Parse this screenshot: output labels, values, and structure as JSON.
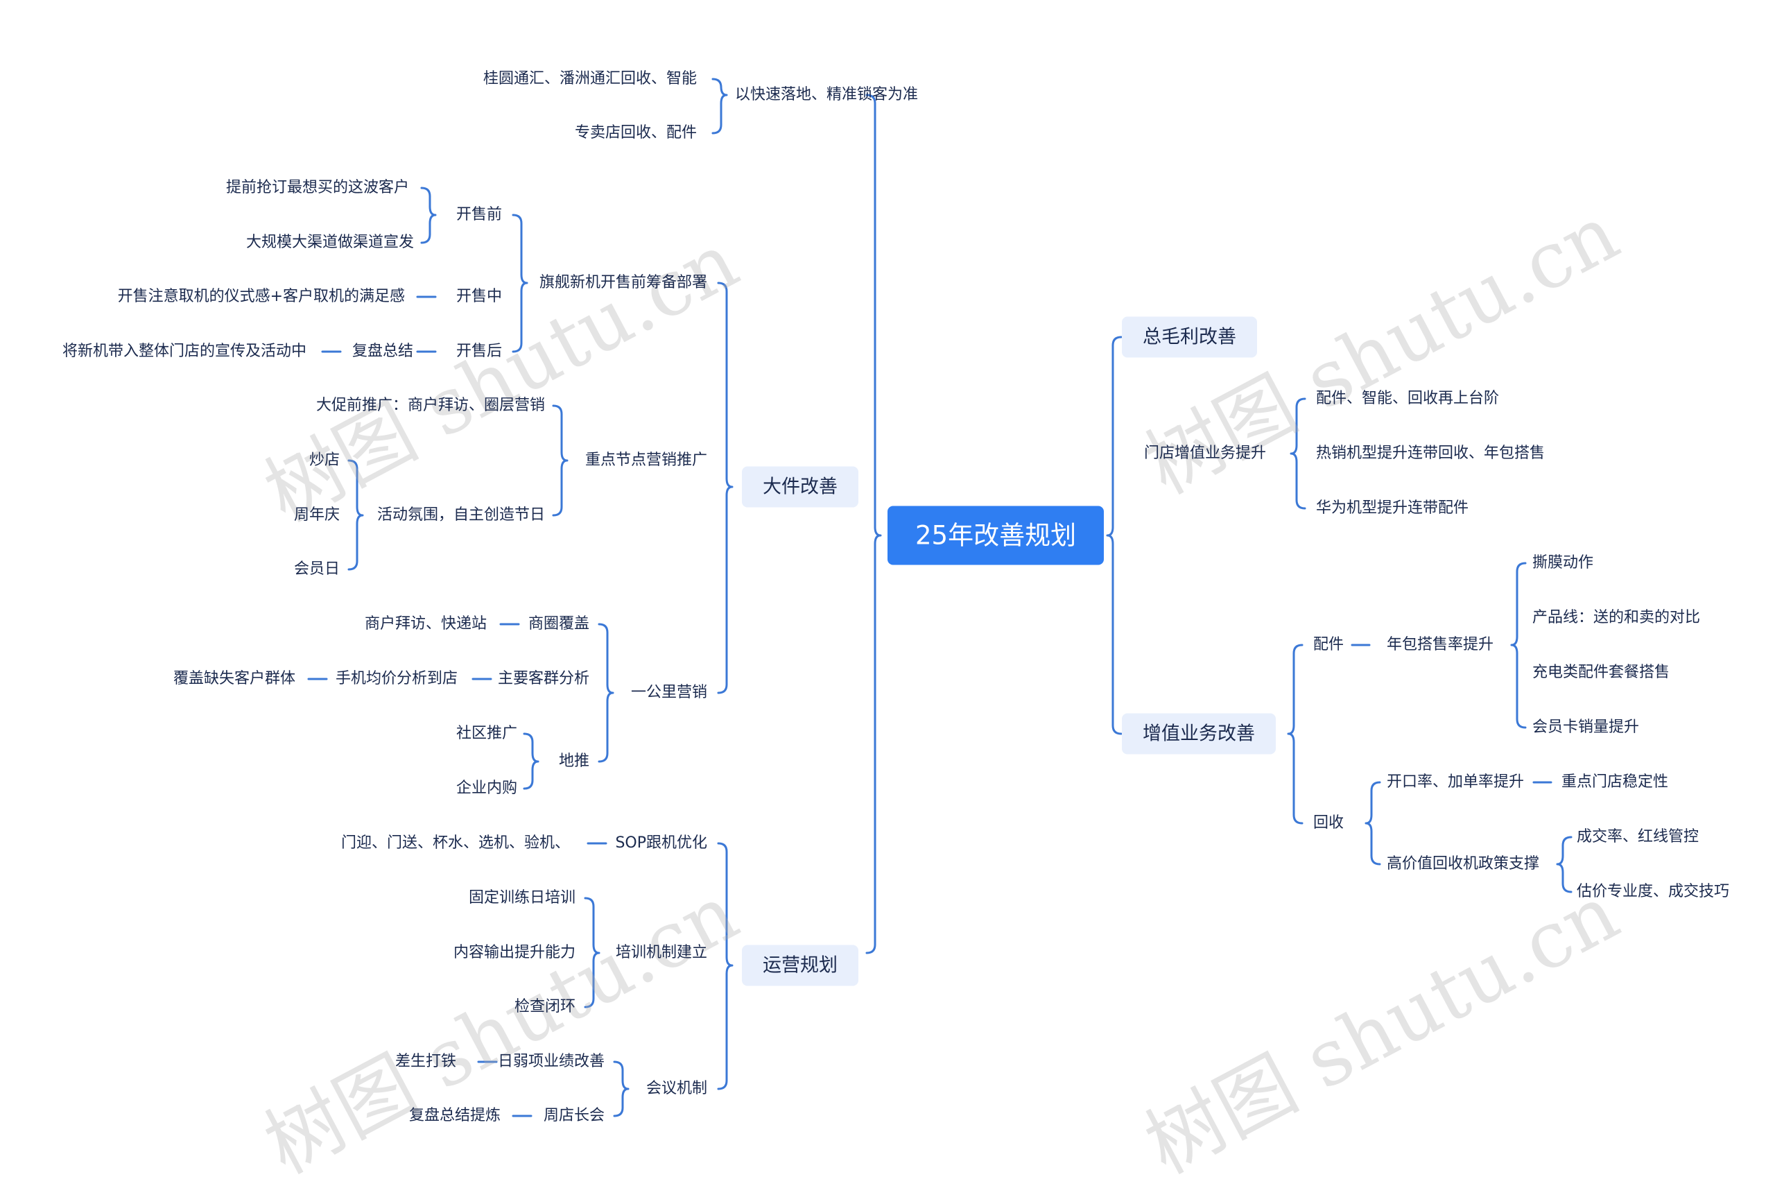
{
  "root": "25年改善规划",
  "watermark": "树图 shutu.cn",
  "colors": {
    "root_bg": "#2f7ef2",
    "box_bg": "#e8effc",
    "line": "#3b78d6",
    "text": "#1b2a4e"
  },
  "left": {
    "big": {
      "label": "大件改善",
      "top_item": "以快速落地、精准锁客为准",
      "top_item_children": [
        "桂圆通汇、潘洲通汇回收、智能",
        "专卖店回收、配件"
      ],
      "flagship": {
        "label": "旗舰新机开售前筹备部署",
        "before": {
          "label": "开售前",
          "children": [
            "提前抢订最想买的这波客户",
            "大规模大渠道做渠道宣发"
          ]
        },
        "during": {
          "label": "开售中",
          "child": "开售注意取机的仪式感+客户取机的满足感"
        },
        "after": {
          "label": "开售后",
          "child": "复盘总结",
          "grandchild": "将新机带入整体门店的宣传及活动中"
        }
      },
      "keynode": {
        "label": "重点节点营销推广",
        "promo": "大促前推广：商户拜访、圈层营销",
        "atmosphere": {
          "label": "活动氛围，自主创造节日",
          "children": [
            "炒店",
            "周年庆",
            "会员日"
          ]
        }
      },
      "onekm": {
        "label": "一公里营销",
        "biz": {
          "label": "商圈覆盖",
          "child": "商户拜访、快递站"
        },
        "customer": {
          "label": "主要客群分析",
          "child": "手机均价分析到店",
          "grandchild": "覆盖缺失客户群体"
        },
        "ground": {
          "label": "地推",
          "children": [
            "社区推广",
            "企业内购"
          ]
        }
      }
    },
    "ops": {
      "label": "运营规划",
      "sop": {
        "label": "SOP跟机优化",
        "child": "门迎、门送、杯水、选机、验机、"
      },
      "training": {
        "label": "培训机制建立",
        "children": [
          "固定训练日培训",
          "内容输出提升能力",
          "检查闭环"
        ]
      },
      "meeting": {
        "label": "会议机制",
        "daily": {
          "label": "日弱项业绩改善",
          "child": "差生打铁"
        },
        "weekly": {
          "label": "周店长会",
          "child": "复盘总结提炼"
        }
      }
    }
  },
  "right": {
    "gross": "总毛利改善",
    "store": {
      "label": "门店增值业务提升",
      "children": [
        "配件、智能、回收再上台阶",
        "热销机型提升连带回收、年包搭售",
        "华为机型提升连带配件"
      ]
    },
    "vas": {
      "label": "增值业务改善",
      "acc": {
        "label": "配件",
        "sub": "年包搭售率提升",
        "children": [
          "撕膜动作",
          "产品线：送的和卖的对比",
          "充电类配件套餐搭售",
          "会员卡销量提升"
        ]
      },
      "recycle": {
        "label": "回收",
        "open": {
          "label": "开口率、加单率提升",
          "child": "重点门店稳定性"
        },
        "policy": {
          "label": "高价值回收机政策支撑",
          "children": [
            "成交率、红线管控",
            "估价专业度、成交技巧"
          ]
        }
      }
    }
  }
}
